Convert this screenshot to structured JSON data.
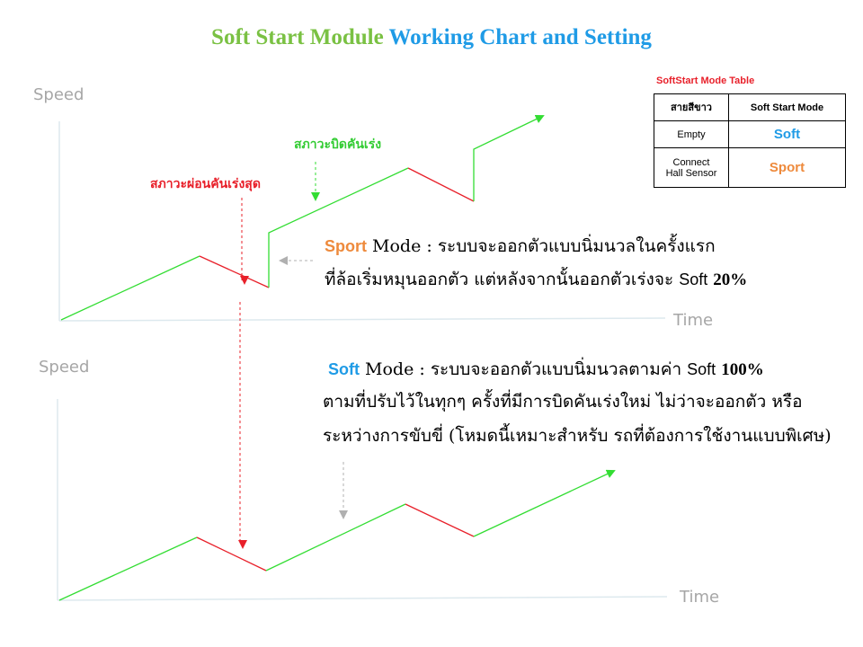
{
  "title": {
    "part1": "Soft Start Module",
    "part2": "Working Chart and Setting"
  },
  "colors": {
    "green": "#33dd33",
    "red": "#e8202a",
    "blue": "#1f9be6",
    "orange": "#ee8a3c",
    "gray": "#a6a6a6"
  },
  "charts": {
    "top": {
      "ylabel": "Speed",
      "xlabel": "Time"
    },
    "bottom": {
      "ylabel": "Speed",
      "xlabel": "Time"
    }
  },
  "annotations": {
    "release_throttle": "สภาวะผ่อนคันเร่งสุด",
    "press_throttle": "สภาวะบิดคันเร่ง"
  },
  "sport_note": {
    "mode_word": "Sport",
    "mode_label": " Mode : ระบบจะออกตัวแบบนิ่มนวลในครั้งแรก",
    "line2_thai": "ที่ล้อเริ่มหมุนออกตัว  แต่หลังจากนั้นออกตัวเร่งจะ ",
    "line2_soft": "Soft",
    "line2_pct": "20%"
  },
  "soft_note": {
    "mode_word": "Soft",
    "mode_label": " Mode  : ระบบจะออกตัวแบบนิ่มนวลตามค่า ",
    "line1_soft": "Soft",
    "line1_pct": "100%",
    "line2": "ตามที่ปรับไว้ในทุกๆ ครั้งที่มีการบิดคันเร่งใหม่ ไม่ว่าจะออกตัว หรือ",
    "line3": "ระหว่างการขับขี่ (โหมดนี้เหมาะสำหรับ รถที่ต้องการใช้งานแบบพิเศษ)"
  },
  "mode_table": {
    "title": "SoftStart Mode Table",
    "header": [
      "สายสีขาว",
      "Soft Start Mode"
    ],
    "rows": [
      {
        "wire": "Empty",
        "mode": "Soft"
      },
      {
        "wire_line1": "Connect",
        "wire_line2": "Hall Sensor",
        "mode": "Sport"
      }
    ]
  }
}
